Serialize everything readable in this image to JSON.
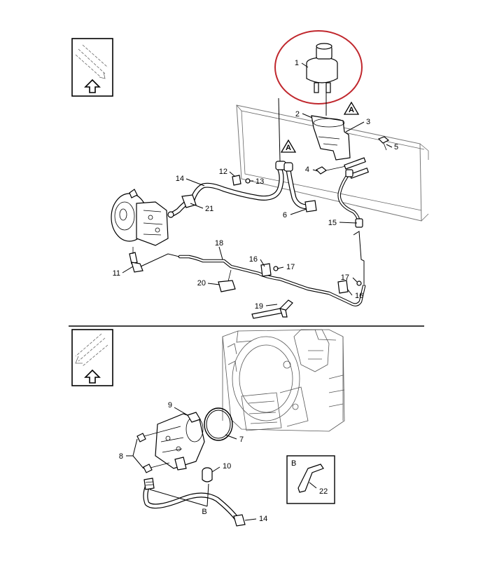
{
  "colors": {
    "highlight_circle": "#c0272d",
    "line": "#000000",
    "background": "#ffffff",
    "engine_block": "#555555"
  },
  "icons": {
    "top_view": "view-direction-icon",
    "bottom_view": "view-direction-icon"
  },
  "top": {
    "labels": {
      "p1": "1",
      "p2": "2",
      "p3": "3",
      "p4": "4",
      "p5": "5",
      "p6": "6",
      "p11": "11",
      "p12": "12",
      "p13": "13",
      "p14": "14",
      "p15": "15",
      "p16a": "16",
      "p16b": "16",
      "p17a": "17",
      "p17b": "17",
      "p18": "18",
      "p19": "19",
      "p20": "20",
      "p21": "21"
    },
    "marker_a1": "A",
    "marker_a2": "A"
  },
  "bottom": {
    "labels": {
      "p7": "7",
      "p8": "8",
      "p9": "9",
      "p10": "10",
      "p14": "14",
      "pB": "B"
    },
    "detail": {
      "letter": "B",
      "part": "22"
    }
  }
}
